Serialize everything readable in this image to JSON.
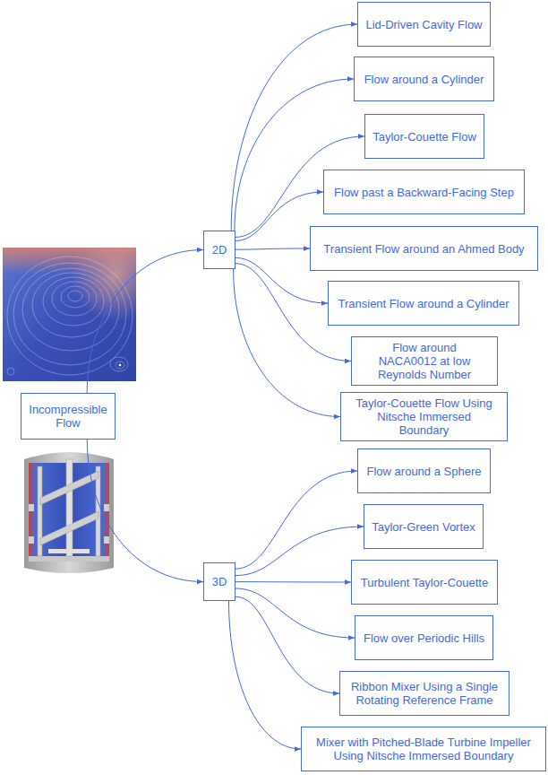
{
  "diagram": {
    "nodes": [
      {
        "text": [
          "Incompressible Flow"
        ]
      },
      {
        "text": [
          "2D"
        ]
      },
      {
        "text": [
          "3D"
        ]
      },
      {
        "text": [
          "Lid-Driven Cavity Flow"
        ]
      },
      {
        "text": [
          "Flow around a Cylinder"
        ]
      },
      {
        "text": [
          "Taylor-Couette Flow"
        ]
      },
      {
        "text": [
          "Flow past a Backward-Facing Step"
        ]
      },
      {
        "text": [
          "Transient Flow around an Ahmed Body"
        ]
      },
      {
        "text": [
          "Transient Flow around a Cylinder"
        ]
      },
      {
        "text": [
          "Flow around NACA0012 at low Reynolds Number"
        ]
      },
      {
        "text": [
          "Taylor-Couette Flow Using Nitsche Immersed Boundary"
        ]
      },
      {
        "text": [
          "Flow around a Sphere"
        ]
      },
      {
        "text": [
          "Taylor-Green Vortex"
        ]
      },
      {
        "text": [
          "Turbulent Taylor-Couette"
        ]
      },
      {
        "text": [
          "Flow over Periodic Hills"
        ]
      },
      {
        "text": [
          "Ribbon Mixer Using a Single Rotating Reference Frame"
        ]
      },
      {
        "text": [
          "Mixer with Pitched-Blade Turbine Impeller Using Nitsche Immersed Boundary"
        ]
      }
    ],
    "edges": [
      {
        "from": 0,
        "to": 1,
        "arrow": "to"
      },
      {
        "from": 0,
        "to": 2,
        "arrow": "to"
      },
      {
        "from": 1,
        "to": 3,
        "arrow": "to"
      },
      {
        "from": 1,
        "to": 4,
        "arrow": "to"
      },
      {
        "from": 1,
        "to": 5,
        "arrow": "to"
      },
      {
        "from": 1,
        "to": 6,
        "arrow": "to"
      },
      {
        "from": 1,
        "to": 7,
        "arrow": "to"
      },
      {
        "from": 1,
        "to": 8,
        "arrow": "to"
      },
      {
        "from": 1,
        "to": 9,
        "arrow": "to"
      },
      {
        "from": 1,
        "to": 10,
        "arrow": "to"
      },
      {
        "from": 2,
        "to": 11,
        "arrow": "to"
      },
      {
        "from": 2,
        "to": 12,
        "arrow": "to"
      },
      {
        "from": 2,
        "to": 13,
        "arrow": "to"
      },
      {
        "from": 2,
        "to": 14,
        "arrow": "to"
      },
      {
        "from": 2,
        "to": 15,
        "arrow": "to"
      },
      {
        "from": 2,
        "to": 16,
        "arrow": "to"
      }
    ]
  }
}
